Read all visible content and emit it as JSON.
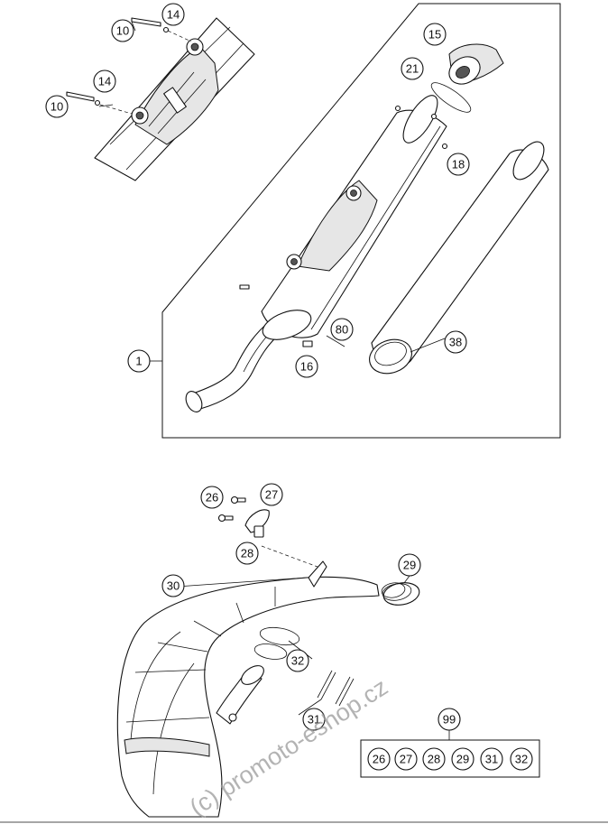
{
  "callouts": {
    "c1": "1",
    "c10a": "10",
    "c10b": "10",
    "c14a": "14",
    "c14b": "14",
    "c15": "15",
    "c16": "16",
    "c18": "18",
    "c21": "21",
    "c26a": "26",
    "c27a": "27",
    "c28a": "28",
    "c29a": "29",
    "c30": "30",
    "c31a": "31",
    "c32a": "32",
    "c38": "38",
    "c80": "80",
    "c99": "99"
  },
  "kit": {
    "label": "99",
    "items": [
      "26",
      "27",
      "28",
      "29",
      "31",
      "32"
    ]
  },
  "watermark": "(c) promoto-eshop.cz"
}
